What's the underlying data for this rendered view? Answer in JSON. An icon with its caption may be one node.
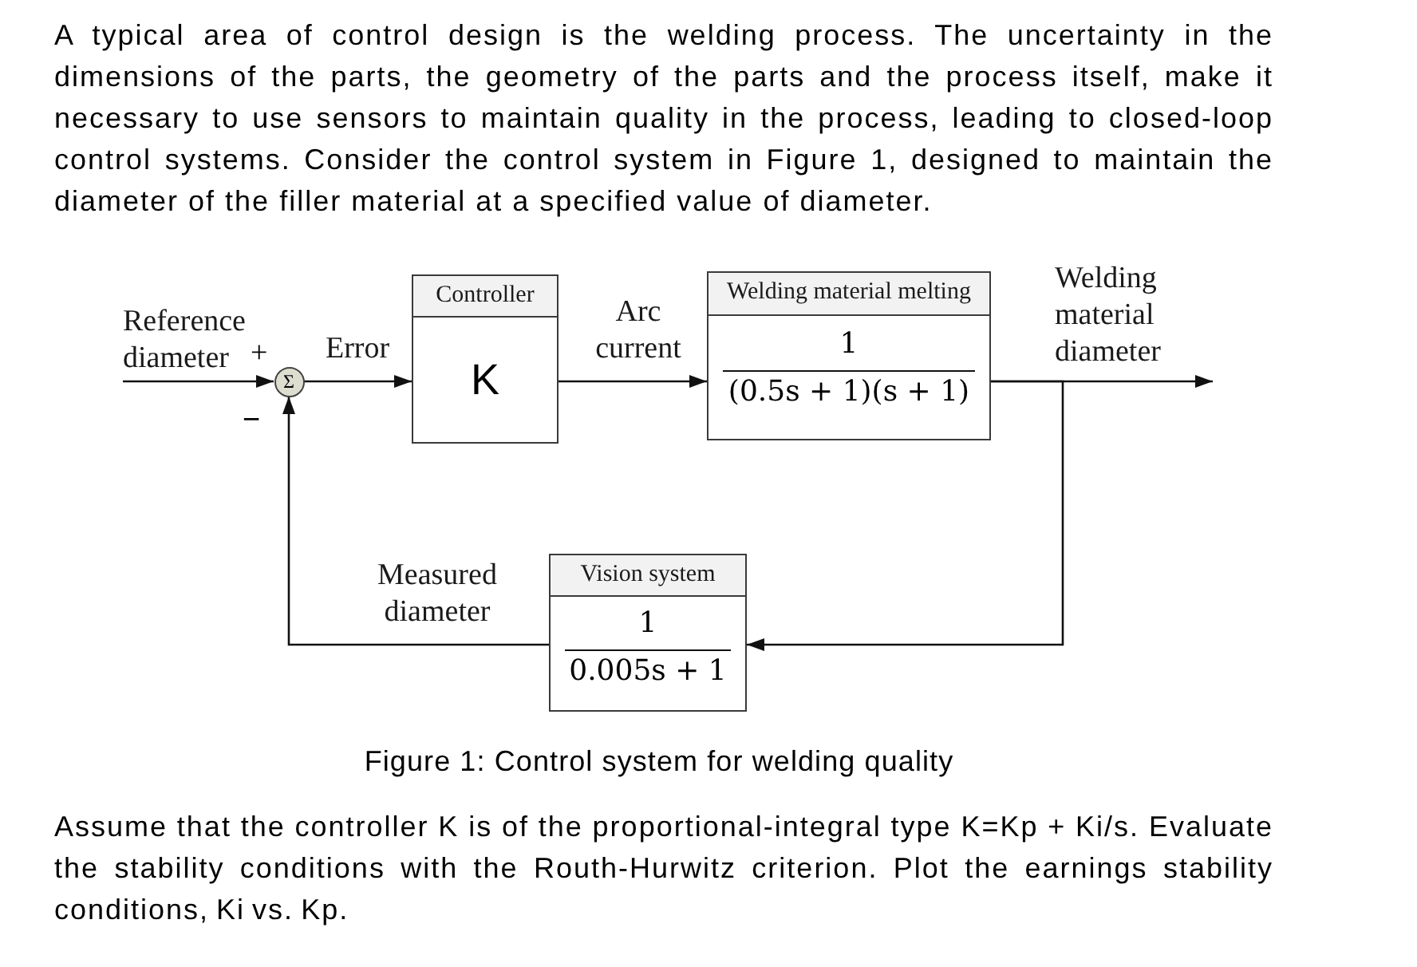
{
  "diagram": {
    "caption": "Figure 1: Control system for welding quality",
    "nodes": [
      {
        "text": [
          "Σ"
        ]
      },
      {
        "text": [
          "Controller",
          "K"
        ]
      },
      {
        "text": [
          "Welding material melting",
          "1",
          "(0.5s + 1)(s + 1)"
        ]
      },
      {
        "text": [
          "Vision system",
          "1",
          "0.005s + 1"
        ]
      }
    ],
    "edges": [
      {
        "from": null,
        "to": 0,
        "arrow": "to",
        "label": "Reference diameter"
      },
      {
        "from": 0,
        "to": 1,
        "arrow": "to",
        "label": "Error"
      },
      {
        "from": 1,
        "to": 2,
        "arrow": "to",
        "label": "Arc current"
      },
      {
        "from": 2,
        "to": null,
        "arrow": "to",
        "label": "Welding material diameter"
      },
      {
        "from": 2,
        "to": 3,
        "arrow": "to"
      },
      {
        "from": 3,
        "to": 0,
        "arrow": "to",
        "label": "Measured diameter"
      }
    ],
    "labels": [
      "A typical area of control design is the welding process. The uncertainty in the dimensions of the parts, the geometry of the parts and the process itself, make it necessary to use sensors to maintain quality in the process, leading to closed-loop control systems. Consider the control system in Figure 1, designed to maintain the diameter of the filler material at a specified value of diameter.",
      "+",
      "−",
      "Assume that the controller K is of the proportional-integral type K=Kp + Ki/s. Evaluate the stability conditions with the Routh-Hurwitz criterion. Plot the earnings stability conditions, Ki vs. Kp."
    ]
  }
}
